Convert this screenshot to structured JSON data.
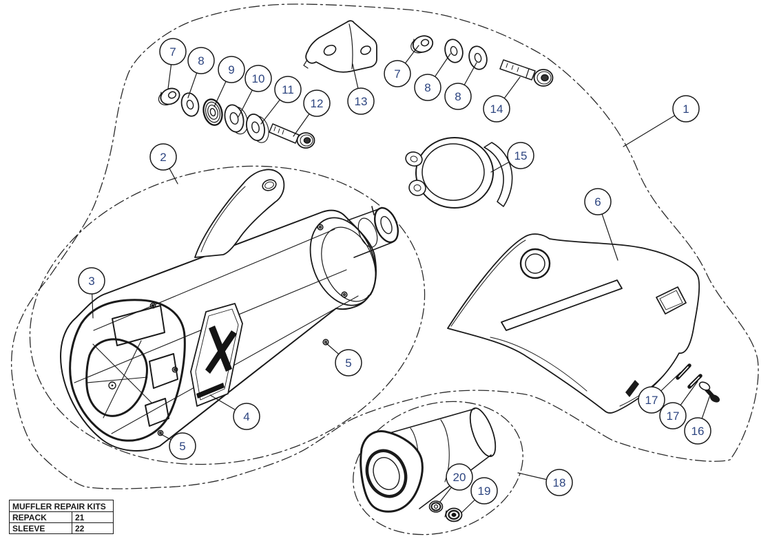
{
  "meta": {
    "background": "#ffffff",
    "ink": "#1a1a1a",
    "callout_number_color": "#2d4580"
  },
  "callouts": {
    "c1": "1",
    "c2": "2",
    "c3": "3",
    "c4": "4",
    "c5a": "5",
    "c5b": "5",
    "c6": "6",
    "c7a": "7",
    "c7b": "7",
    "c8a": "8",
    "c8b": "8",
    "c8c": "8",
    "c9": "9",
    "c10": "10",
    "c11": "11",
    "c12": "12",
    "c13": "13",
    "c14": "14",
    "c15": "15",
    "c16": "16",
    "c17a": "17",
    "c17b": "17",
    "c18": "18",
    "c19": "19",
    "c20": "20"
  },
  "kits_table": {
    "title": "MUFFLER REPAIR KITS",
    "rows": [
      {
        "kit": "REPACK",
        "ref": "21"
      },
      {
        "kit": "SLEEVE",
        "ref": "22"
      }
    ]
  }
}
